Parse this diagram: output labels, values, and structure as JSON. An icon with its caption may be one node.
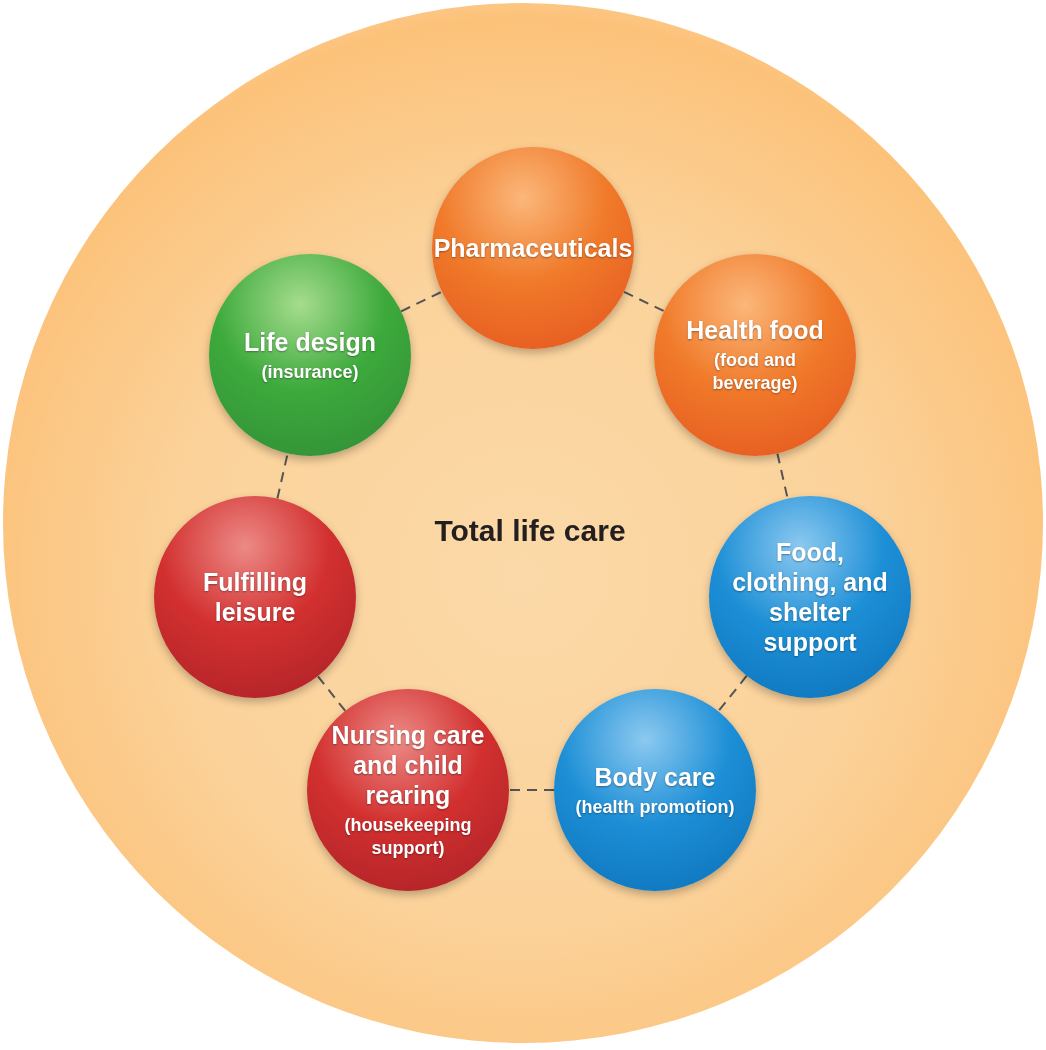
{
  "diagram": {
    "nodes": [
      {
        "text": [
          "Total life care"
        ]
      },
      {
        "text": [
          "Pharmaceuticals"
        ],
        "in": 0
      },
      {
        "text": [
          "Health food",
          "(food and beverage)"
        ],
        "in": 0
      },
      {
        "text": [
          "Food, clothing, and shelter support"
        ],
        "in": 0
      },
      {
        "text": [
          "Body care",
          "(health promotion)"
        ],
        "in": 0
      },
      {
        "text": [
          "Nursing care and child rearing",
          "(housekeeping support)"
        ],
        "in": 0
      },
      {
        "text": [
          "Fulfilling leisure"
        ],
        "in": 0
      },
      {
        "text": [
          "Life design",
          "(insurance)"
        ],
        "in": 0
      }
    ],
    "edges": [
      {
        "from": 1,
        "to": 2,
        "arrow": "none",
        "style": "dashed"
      },
      {
        "from": 2,
        "to": 3,
        "arrow": "none",
        "style": "dashed"
      },
      {
        "from": 3,
        "to": 4,
        "arrow": "none",
        "style": "dashed"
      },
      {
        "from": 4,
        "to": 5,
        "arrow": "none",
        "style": "dashed"
      },
      {
        "from": 5,
        "to": 6,
        "arrow": "none",
        "style": "dashed"
      },
      {
        "from": 6,
        "to": 7,
        "arrow": "none",
        "style": "dashed"
      },
      {
        "from": 7,
        "to": 1,
        "arrow": "none",
        "style": "dashed"
      }
    ]
  }
}
